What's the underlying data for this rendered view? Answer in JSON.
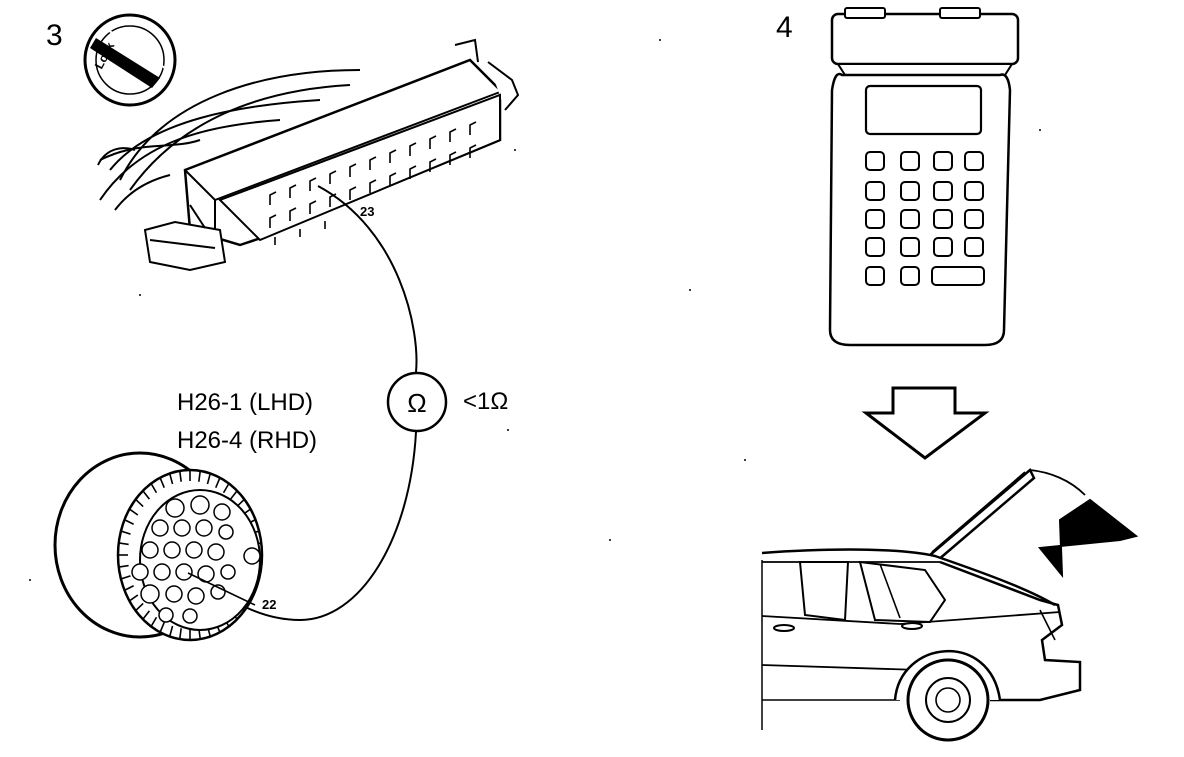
{
  "steps": {
    "left": "3",
    "right": "4"
  },
  "ignition": {
    "lock_text": "Lock"
  },
  "connector_top": {
    "pin_label": "23"
  },
  "connector_round": {
    "pin_label": "22"
  },
  "meter": {
    "symbol": "Ω",
    "reading": "<1Ω"
  },
  "labels": {
    "lhd": "H26-1 (LHD)",
    "rhd": "H26-4 (RHD)"
  },
  "icons": [
    "ignition-key-icon",
    "ohmmeter-icon",
    "down-arrow-icon",
    "up-arrow-icon"
  ]
}
